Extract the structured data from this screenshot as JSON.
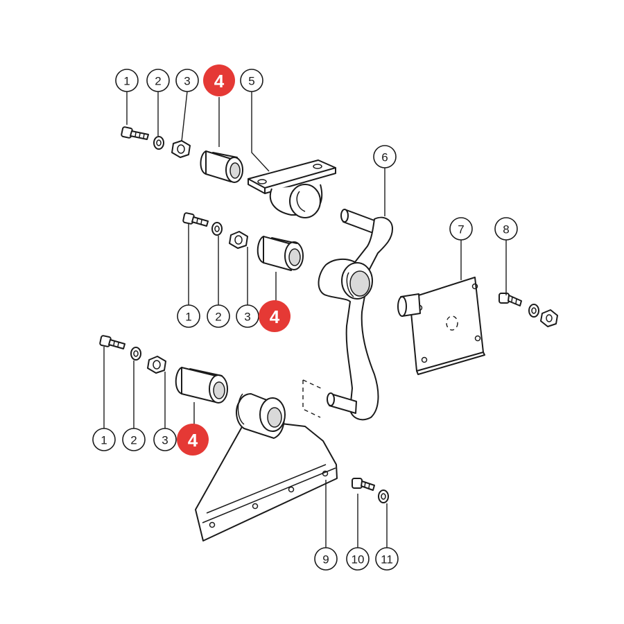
{
  "diagram": {
    "callouts": [
      {
        "id": "c1a",
        "label": "1",
        "highlight": false
      },
      {
        "id": "c2a",
        "label": "2",
        "highlight": false
      },
      {
        "id": "c3a",
        "label": "3",
        "highlight": false
      },
      {
        "id": "c4a",
        "label": "4",
        "highlight": true
      },
      {
        "id": "c5",
        "label": "5",
        "highlight": false
      },
      {
        "id": "c6",
        "label": "6",
        "highlight": false
      },
      {
        "id": "c7",
        "label": "7",
        "highlight": false
      },
      {
        "id": "c8",
        "label": "8",
        "highlight": false
      },
      {
        "id": "c1b",
        "label": "1",
        "highlight": false
      },
      {
        "id": "c2b",
        "label": "2",
        "highlight": false
      },
      {
        "id": "c3b",
        "label": "3",
        "highlight": false
      },
      {
        "id": "c4b",
        "label": "4",
        "highlight": true
      },
      {
        "id": "c1c",
        "label": "1",
        "highlight": false
      },
      {
        "id": "c2c",
        "label": "2",
        "highlight": false
      },
      {
        "id": "c3c",
        "label": "3",
        "highlight": false
      },
      {
        "id": "c4c",
        "label": "4",
        "highlight": true
      },
      {
        "id": "c9",
        "label": "9",
        "highlight": false
      },
      {
        "id": "c10",
        "label": "10",
        "highlight": false
      },
      {
        "id": "c11",
        "label": "11",
        "highlight": false
      }
    ],
    "colors": {
      "ink": "#1a1a1a",
      "highlight": "#e53935",
      "background": "#ffffff"
    }
  }
}
